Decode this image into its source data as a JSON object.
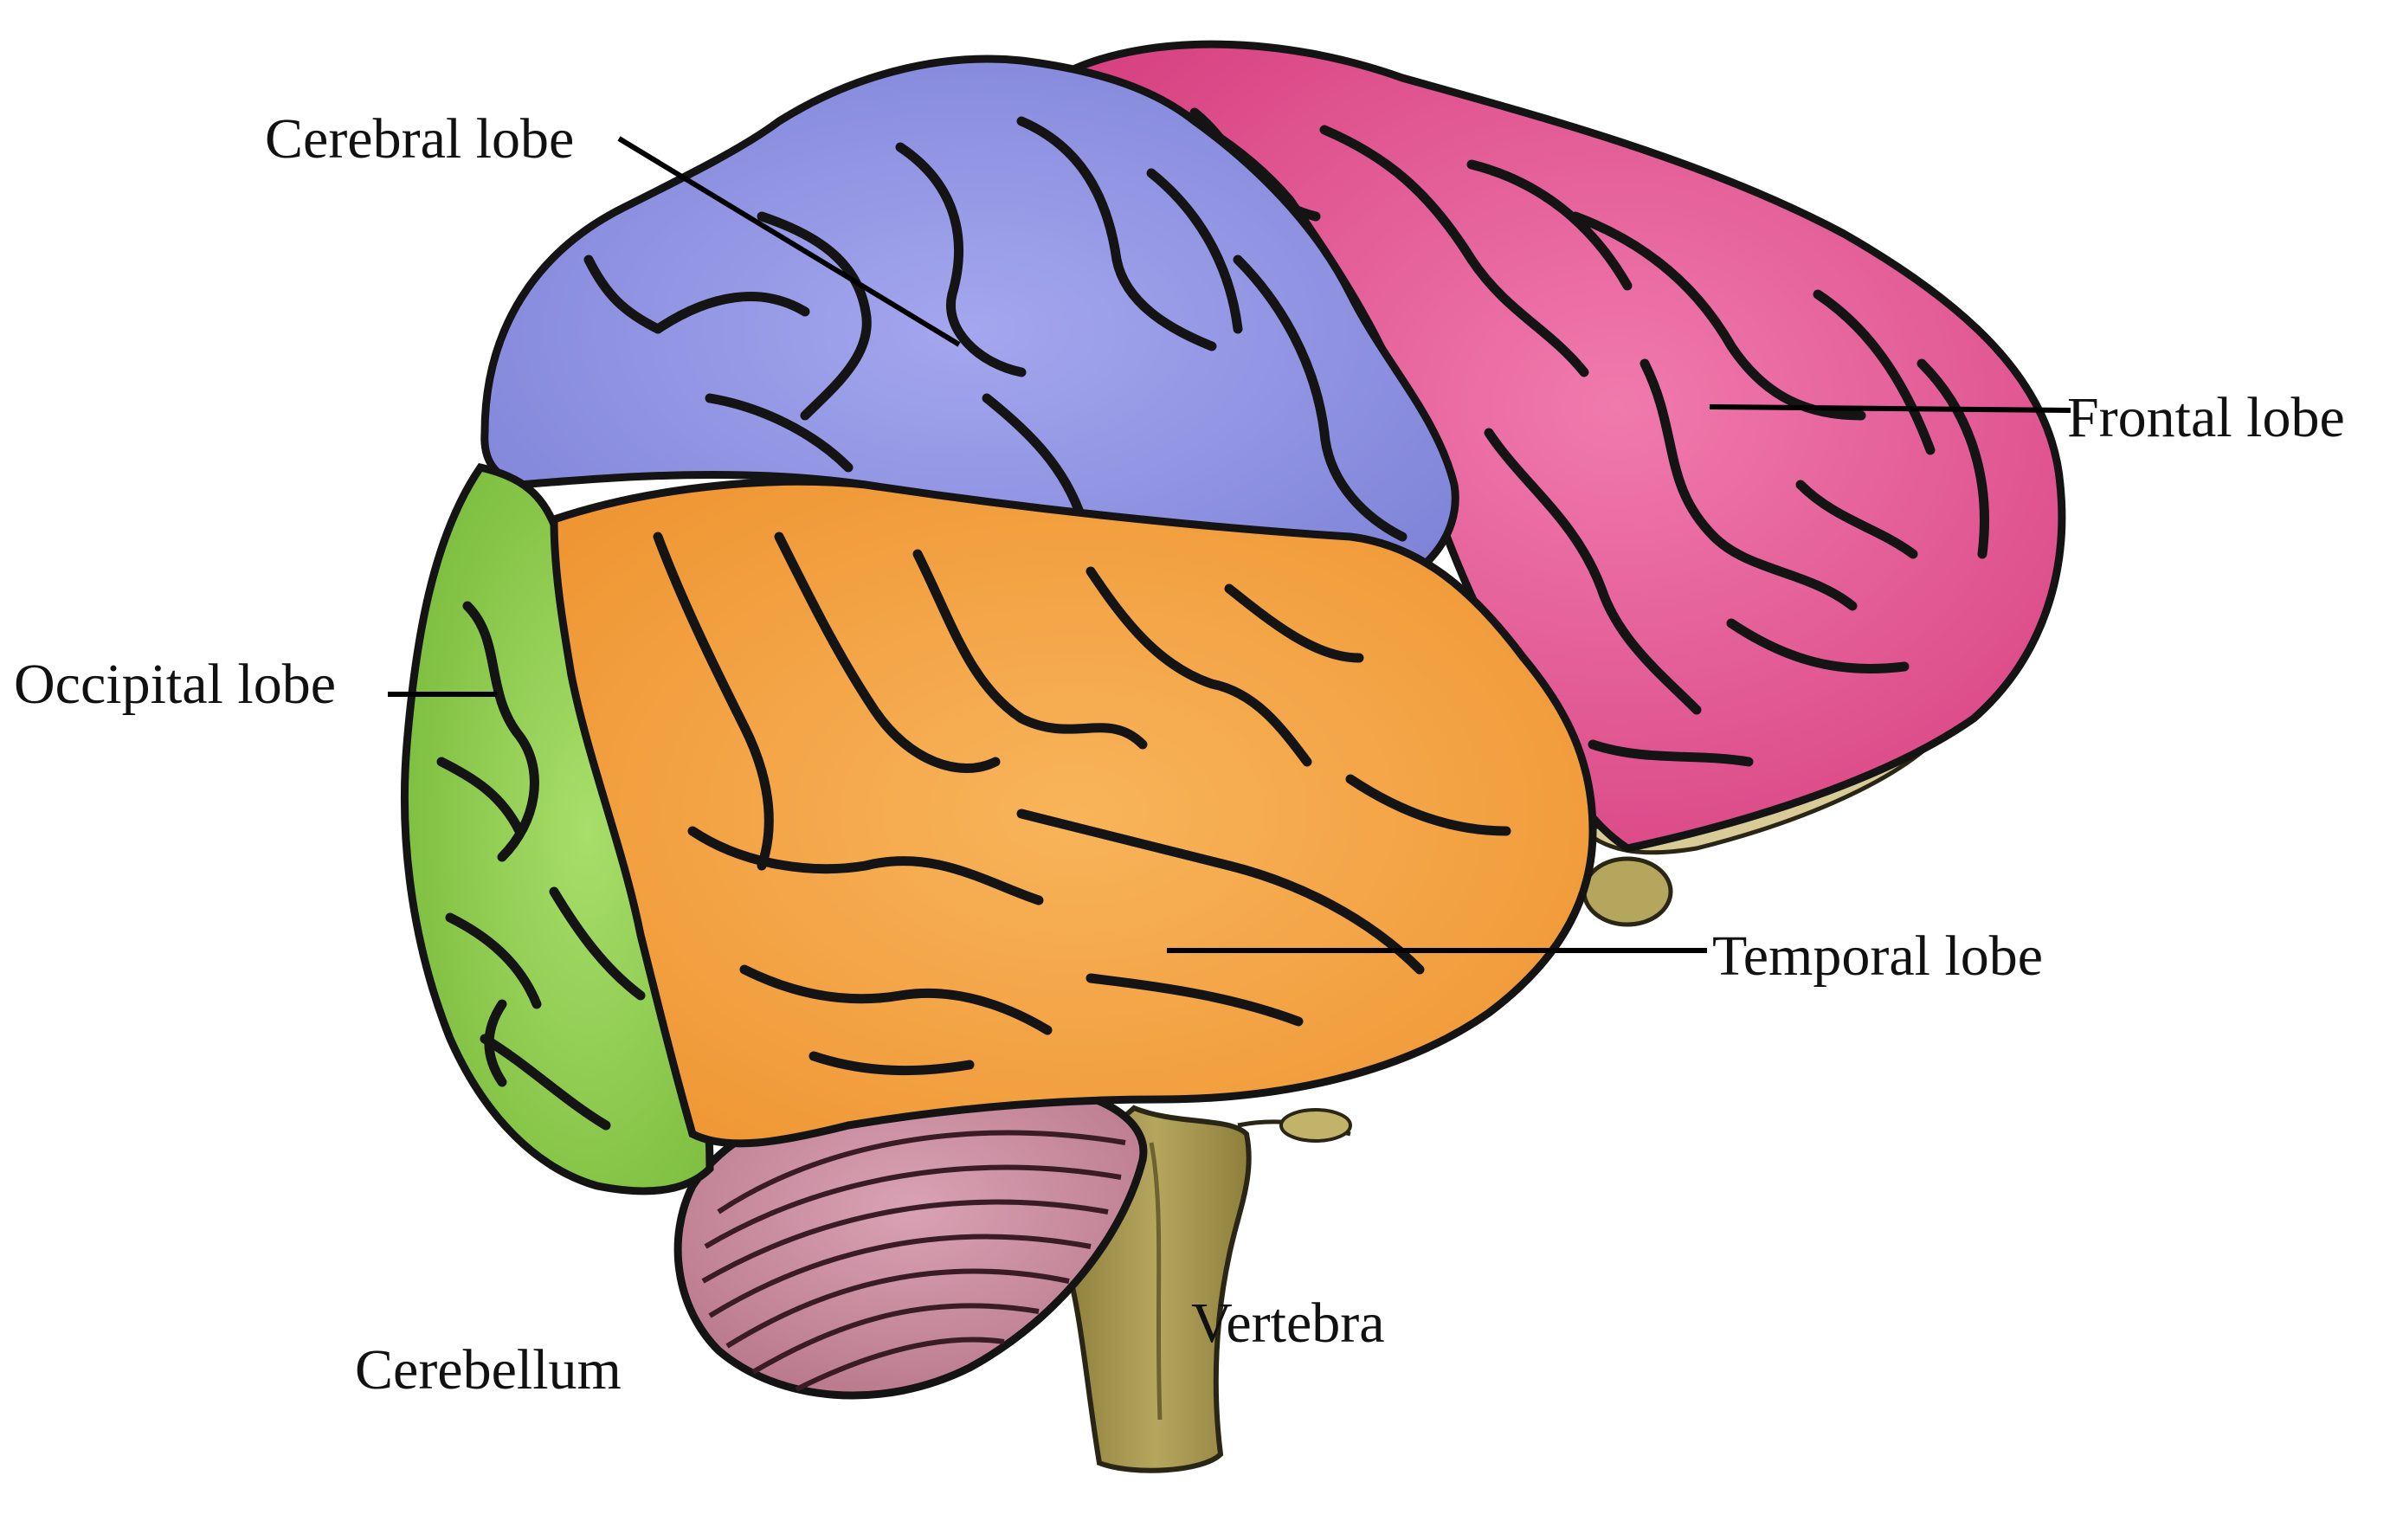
{
  "labels": {
    "cerebral_lobe": "Cerebral lobe",
    "frontal_lobe": "Frontal lobe",
    "occipital_lobe": "Occipital lobe",
    "temporal_lobe": "Temporal lobe",
    "vertebra": "Vertebra",
    "cerebellum": "Cerebellum"
  },
  "colors": {
    "cerebral_lobe": "#8c8fe0",
    "frontal_lobe": "#e4508e",
    "occipital_lobe": "#8ccc4a",
    "temporal_lobe": "#f5a23c",
    "cerebellum": "#c9889e",
    "vertebra": "#a99a52",
    "outline": "#141414"
  }
}
